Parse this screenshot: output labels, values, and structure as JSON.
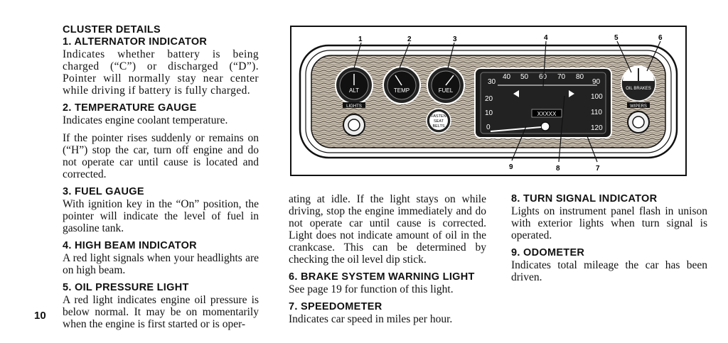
{
  "page_number": "10",
  "left_column": {
    "title": "CLUSTER DETAILS",
    "items": [
      {
        "heading": "1. ALTERNATOR INDICATOR",
        "body": "Indicates whether battery is being charged (“C”) or discharged (“D”). Pointer will normally stay near center while driving if battery is fully charged."
      },
      {
        "heading": "2. TEMPERATURE GAUGE",
        "body": "Indicates engine coolant temperature.",
        "body2": "If the pointer rises suddenly or remains on (“H”) stop the car, turn off engine and do not operate car until cause is located and corrected."
      },
      {
        "heading": "3. FUEL GAUGE",
        "body": "With ignition key in the “On” position, the pointer will indicate the level of fuel in gasoline tank."
      },
      {
        "heading": "4. HIGH BEAM INDICATOR",
        "body": "A red light signals when your headlights are on high beam."
      },
      {
        "heading": "5. OIL PRESSURE LIGHT",
        "body": "A red light indicates engine oil pressure is below normal. It may be on momentarily when the engine is first started or is oper-"
      }
    ]
  },
  "middle_column": {
    "continuation": "ating at idle. If the light stays on while driving, stop the engine immediately and do not operate car until cause is corrected. Light does not indicate amount of oil in the crankcase. This can be determined by checking the oil level dip stick.",
    "items": [
      {
        "heading": "6. BRAKE SYSTEM WARNING LIGHT",
        "body": "See page 19 for function of this light."
      },
      {
        "heading": "7. SPEEDOMETER",
        "body": "Indicates car speed in miles per hour."
      }
    ]
  },
  "right_column": {
    "items": [
      {
        "heading": "8. TURN SIGNAL INDICATOR",
        "body": "Lights on instrument panel flash in unison with exterior lights when turn signal is operated."
      },
      {
        "heading": "9. ODOMETER",
        "body": "Indicates total mileage the car has been driven."
      }
    ]
  },
  "figure": {
    "callouts": [
      "1",
      "2",
      "3",
      "4",
      "5",
      "6",
      "9",
      "8",
      "7"
    ],
    "gauge_labels": {
      "alt": "ALT",
      "temp": "TEMP",
      "fuel": "FUEL",
      "seatbelt_1": "FASTEN",
      "seatbelt_2": "SEAT",
      "seatbelt_3": "BELTS",
      "brakes": "OIL BRAKES",
      "wipers": "WIPERS",
      "lights": "LIGHTS",
      "odometer": "XXXXX"
    },
    "speed_ticks": [
      "30",
      "40",
      "50",
      "60",
      "70",
      "80",
      "90",
      "20",
      "10",
      "0",
      "100",
      "110",
      "120"
    ]
  }
}
